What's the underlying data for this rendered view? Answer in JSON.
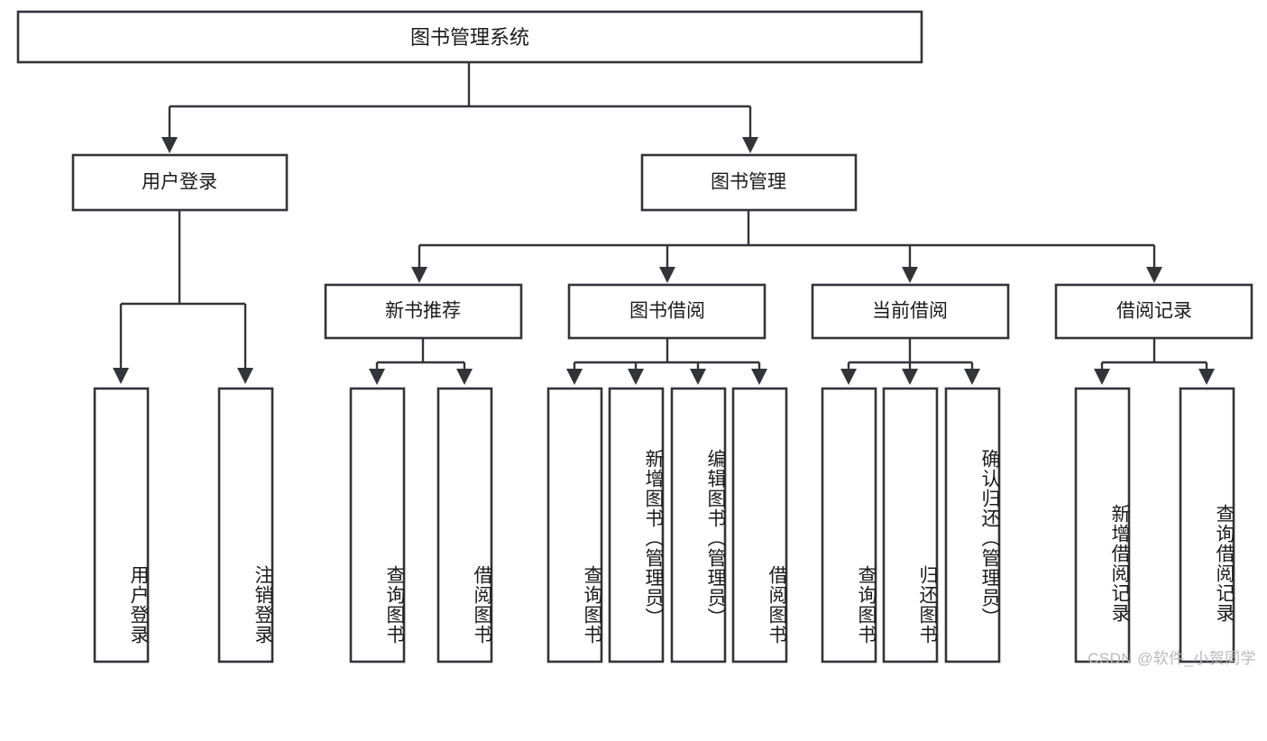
{
  "diagram": {
    "title": "图书管理系统",
    "type": "tree-hierarchy-chart",
    "colors": {
      "box_fill": "#ffffff",
      "box_stroke": "#33333a",
      "line": "#33333a",
      "text": "#1b1b1b",
      "watermark": "#b9b9b9",
      "background": "#ffffff"
    },
    "root": {
      "label": "图书管理系统"
    },
    "level2": [
      {
        "label": "用户登录"
      },
      {
        "label": "图书管理"
      }
    ],
    "level3": [
      {
        "label": "新书推荐"
      },
      {
        "label": "图书借阅"
      },
      {
        "label": "当前借阅"
      },
      {
        "label": "借阅记录"
      }
    ],
    "leaves": {
      "user_login": [
        {
          "label": "用户登录"
        },
        {
          "label": "注销登录"
        }
      ],
      "new_book_recommend": [
        {
          "label": "查询图书"
        },
        {
          "label": "借阅图书"
        }
      ],
      "book_borrow": [
        {
          "label": "查询图书"
        },
        {
          "label": "新增图书（管理员）"
        },
        {
          "label": "编辑图书（管理员）"
        },
        {
          "label": "借阅图书"
        }
      ],
      "current_borrow": [
        {
          "label": "查询图书"
        },
        {
          "label": "归还图书"
        },
        {
          "label": "确认归还（管理员）"
        }
      ],
      "borrow_record": [
        {
          "label": "新增借阅记录"
        },
        {
          "label": "查询借阅记录"
        }
      ]
    }
  },
  "watermark": {
    "text": "CSDN @软件_小贺同学"
  }
}
